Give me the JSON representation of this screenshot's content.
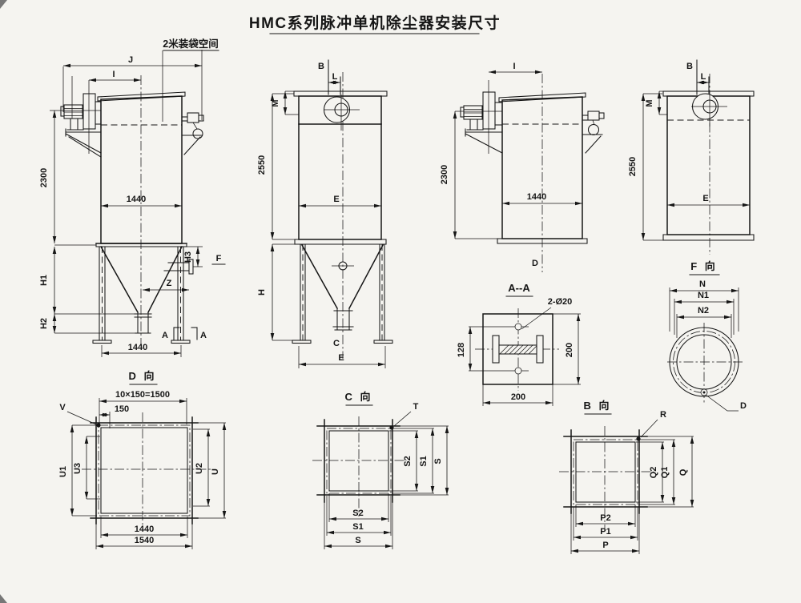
{
  "title": "HMC系列脉冲单机除尘器安装尺寸",
  "colors": {
    "ink": "#1a1a1a",
    "paper": "#f5f4f0"
  },
  "views": {
    "side_legs": {
      "bag_space_note": "2米装袋空间",
      "dim_j": "J",
      "dim_i": "I",
      "dim_height": "2300",
      "dim_body_width": "1440",
      "dim_h1": "H1",
      "dim_h2": "H2",
      "dim_h3": "H3",
      "dim_z": "Z",
      "dir_f": "F",
      "section_mark_left": "A",
      "section_mark_right": "A",
      "dim_leg_span": "1440"
    },
    "front_legs": {
      "dir_b": "B",
      "dim_l": "L",
      "dim_m": "M",
      "dim_height": "2550",
      "dim_e": "E",
      "dim_h": "H",
      "dir_c": "C",
      "dim_e_base": "E"
    },
    "side_plain": {
      "dim_i": "I",
      "dim_height": "2300",
      "dim_body_width": "1440",
      "dir_d": "D"
    },
    "front_plain": {
      "dir_b": "B",
      "dim_l": "L",
      "dim_m": "M",
      "dim_height": "2550",
      "dim_e": "E"
    },
    "section_aa": {
      "title": "A--A",
      "hole_note": "2-Ø20",
      "dim_128": "128",
      "dim_200_v": "200",
      "dim_200_h": "200"
    },
    "view_f": {
      "title": "F 向",
      "dim_n": "N",
      "dim_n1": "N1",
      "dim_n2": "N2",
      "hole_label": "D"
    },
    "view_d": {
      "title": "D 向",
      "bolt_spacing": "10×150=1500",
      "dim_150": "150",
      "label_v": "V",
      "dim_u1": "U1",
      "dim_u3": "U3",
      "dim_u2": "U2",
      "dim_u": "U",
      "dim_1440": "1440",
      "dim_1540": "1540"
    },
    "view_c": {
      "title": "C 向",
      "label_t": "T",
      "dim_s2": "S2",
      "dim_s1": "S1",
      "dim_s": "S"
    },
    "view_b": {
      "title": "B 向",
      "label_r": "R",
      "dim_q2": "Q2",
      "dim_q1": "Q1",
      "dim_q": "Q",
      "dim_p2": "P2",
      "dim_p1": "P1",
      "dim_p": "P"
    }
  }
}
